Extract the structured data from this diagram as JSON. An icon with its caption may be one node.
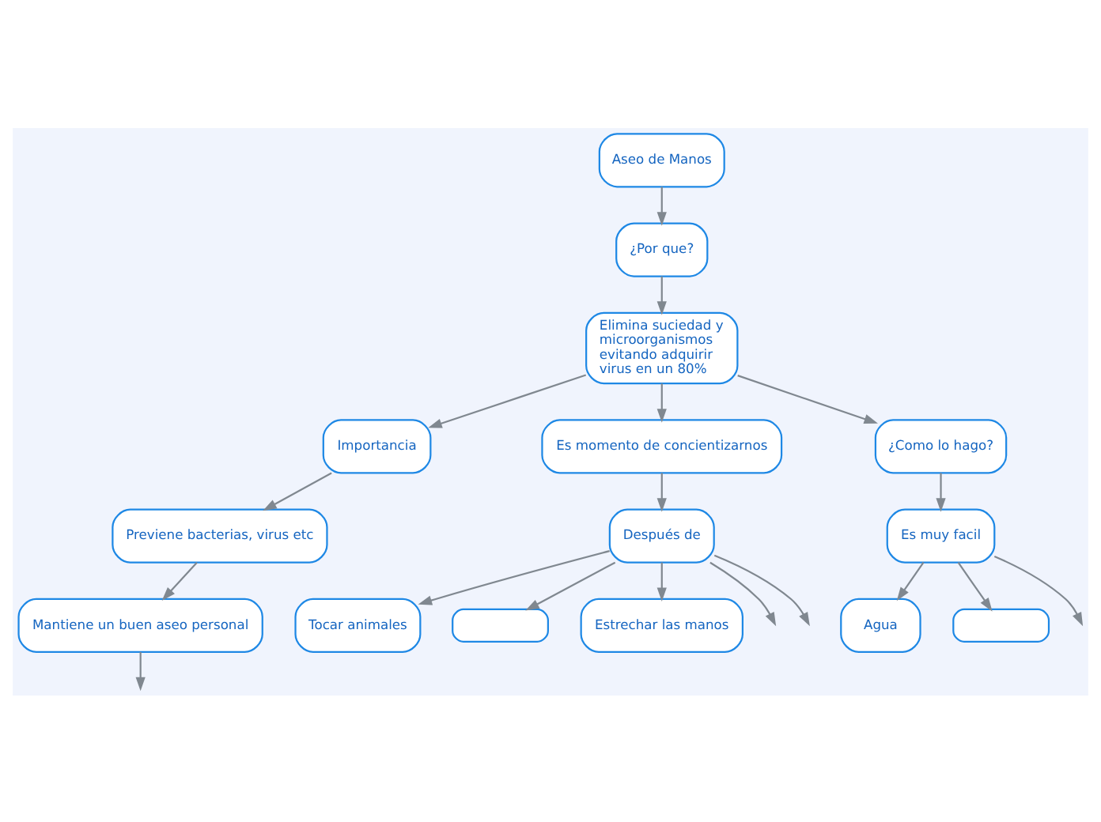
{
  "diagram": {
    "nodes": [
      {
        "text": [
          "Aseo de Manos"
        ]
      },
      {
        "text": [
          "¿Por que?"
        ]
      },
      {
        "text": [
          "Elimina suciedad y microorganismos evitando adquirir virus en un 80%"
        ]
      },
      {
        "text": [
          "Importancia"
        ]
      },
      {
        "text": [
          "Es momento de concientizarnos"
        ]
      },
      {
        "text": [
          "¿Como lo hago?"
        ]
      },
      {
        "text": [
          "Previene bacterias, virus etc"
        ]
      },
      {
        "text": [
          "Mantiene un buen aseo personal"
        ]
      },
      {
        "text": [
          "Después de"
        ]
      },
      {
        "text": [
          "Tocar animales"
        ]
      },
      {
        "text": [],
        "shape": "box"
      },
      {
        "text": [
          "Estrechar las manos"
        ]
      },
      {
        "text": [
          "Es muy facil"
        ]
      },
      {
        "text": [
          "Agua"
        ]
      },
      {
        "text": [],
        "shape": "box"
      }
    ],
    "edges": [
      {
        "from": 0,
        "to": 1,
        "arrow": "to"
      },
      {
        "from": 1,
        "to": 2,
        "arrow": "to"
      },
      {
        "from": 2,
        "to": 3,
        "arrow": "to"
      },
      {
        "from": 2,
        "to": 4,
        "arrow": "to"
      },
      {
        "from": 2,
        "to": 5,
        "arrow": "to"
      },
      {
        "from": 3,
        "to": 6,
        "arrow": "to"
      },
      {
        "from": 6,
        "to": 7,
        "arrow": "to"
      },
      {
        "from": 7,
        "to": null,
        "arrow": "to"
      },
      {
        "from": 4,
        "to": 8,
        "arrow": "to"
      },
      {
        "from": 8,
        "to": 9,
        "arrow": "to"
      },
      {
        "from": 8,
        "to": 10,
        "arrow": "to"
      },
      {
        "from": 8,
        "to": 11,
        "arrow": "to"
      },
      {
        "from": 8,
        "to": null,
        "arrow": "to"
      },
      {
        "from": 8,
        "to": null,
        "arrow": "to"
      },
      {
        "from": 5,
        "to": 12,
        "arrow": "to"
      },
      {
        "from": 12,
        "to": 13,
        "arrow": "to"
      },
      {
        "from": 12,
        "to": null,
        "arrow": "to"
      },
      {
        "from": 12,
        "to": 14,
        "arrow": "to"
      }
    ]
  }
}
